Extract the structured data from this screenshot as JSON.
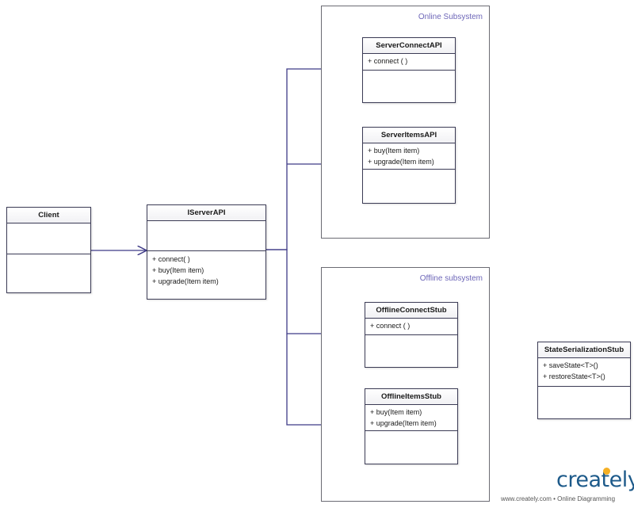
{
  "packages": {
    "online": {
      "title": "Online Subsystem"
    },
    "offline": {
      "title": "Offline subsystem"
    }
  },
  "classes": {
    "client": {
      "name": "Client",
      "operations": []
    },
    "iserverapi": {
      "name": "IServerAPI",
      "operations": [
        "+ connect( )",
        "+ buy(Item item)",
        "+ upgrade(Item item)"
      ]
    },
    "server_connect_api": {
      "name": "ServerConnectAPI",
      "operations": [
        "+ connect ( )"
      ]
    },
    "server_items_api": {
      "name": "ServerItemsAPI",
      "operations": [
        "+ buy(Item item)",
        "+ upgrade(Item item)"
      ]
    },
    "offline_connect_stub": {
      "name": "OfflineConnectStub",
      "operations": [
        "+ connect ( )"
      ]
    },
    "offline_items_stub": {
      "name": "OfflineItemsStub",
      "operations": [
        "+ buy(Item item)",
        "+ upgrade(Item item)"
      ]
    },
    "state_serialization_stub": {
      "name": "StateSerializationStub",
      "operations": [
        "+ saveState<T>()",
        "+ restoreState<T>()"
      ]
    }
  },
  "colors": {
    "connector": "#3f3b87",
    "package_title": "#6d66b8",
    "class_border": "#3b3b55",
    "logo": "#1d5a8a",
    "logo_bulb": "#f5b025"
  },
  "branding": {
    "logo_text": "creately",
    "tagline": "www.creately.com • Online Diagramming"
  }
}
